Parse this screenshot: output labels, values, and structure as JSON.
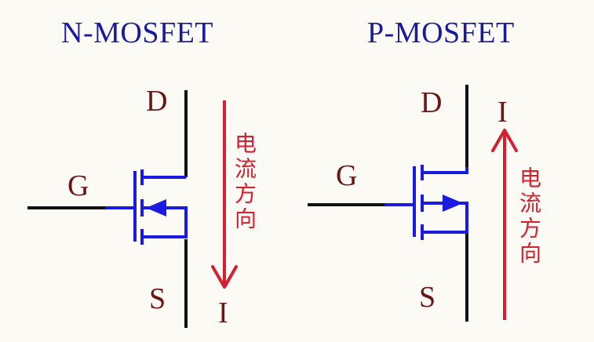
{
  "n_mosfet": {
    "title": "N-MOSFET",
    "drain_label": "D",
    "gate_label": "G",
    "source_label": "S",
    "current_label": "I",
    "current_direction_text": "电流方向"
  },
  "p_mosfet": {
    "title": "P-MOSFET",
    "drain_label": "D",
    "gate_label": "G",
    "source_label": "S",
    "current_label": "I",
    "current_direction_text": "电流方向"
  },
  "colors": {
    "title": "#1a1aa0",
    "labels": "#6a1616",
    "wire": "#111111",
    "symbol": "#1a1ae0",
    "current": "#d42030"
  }
}
